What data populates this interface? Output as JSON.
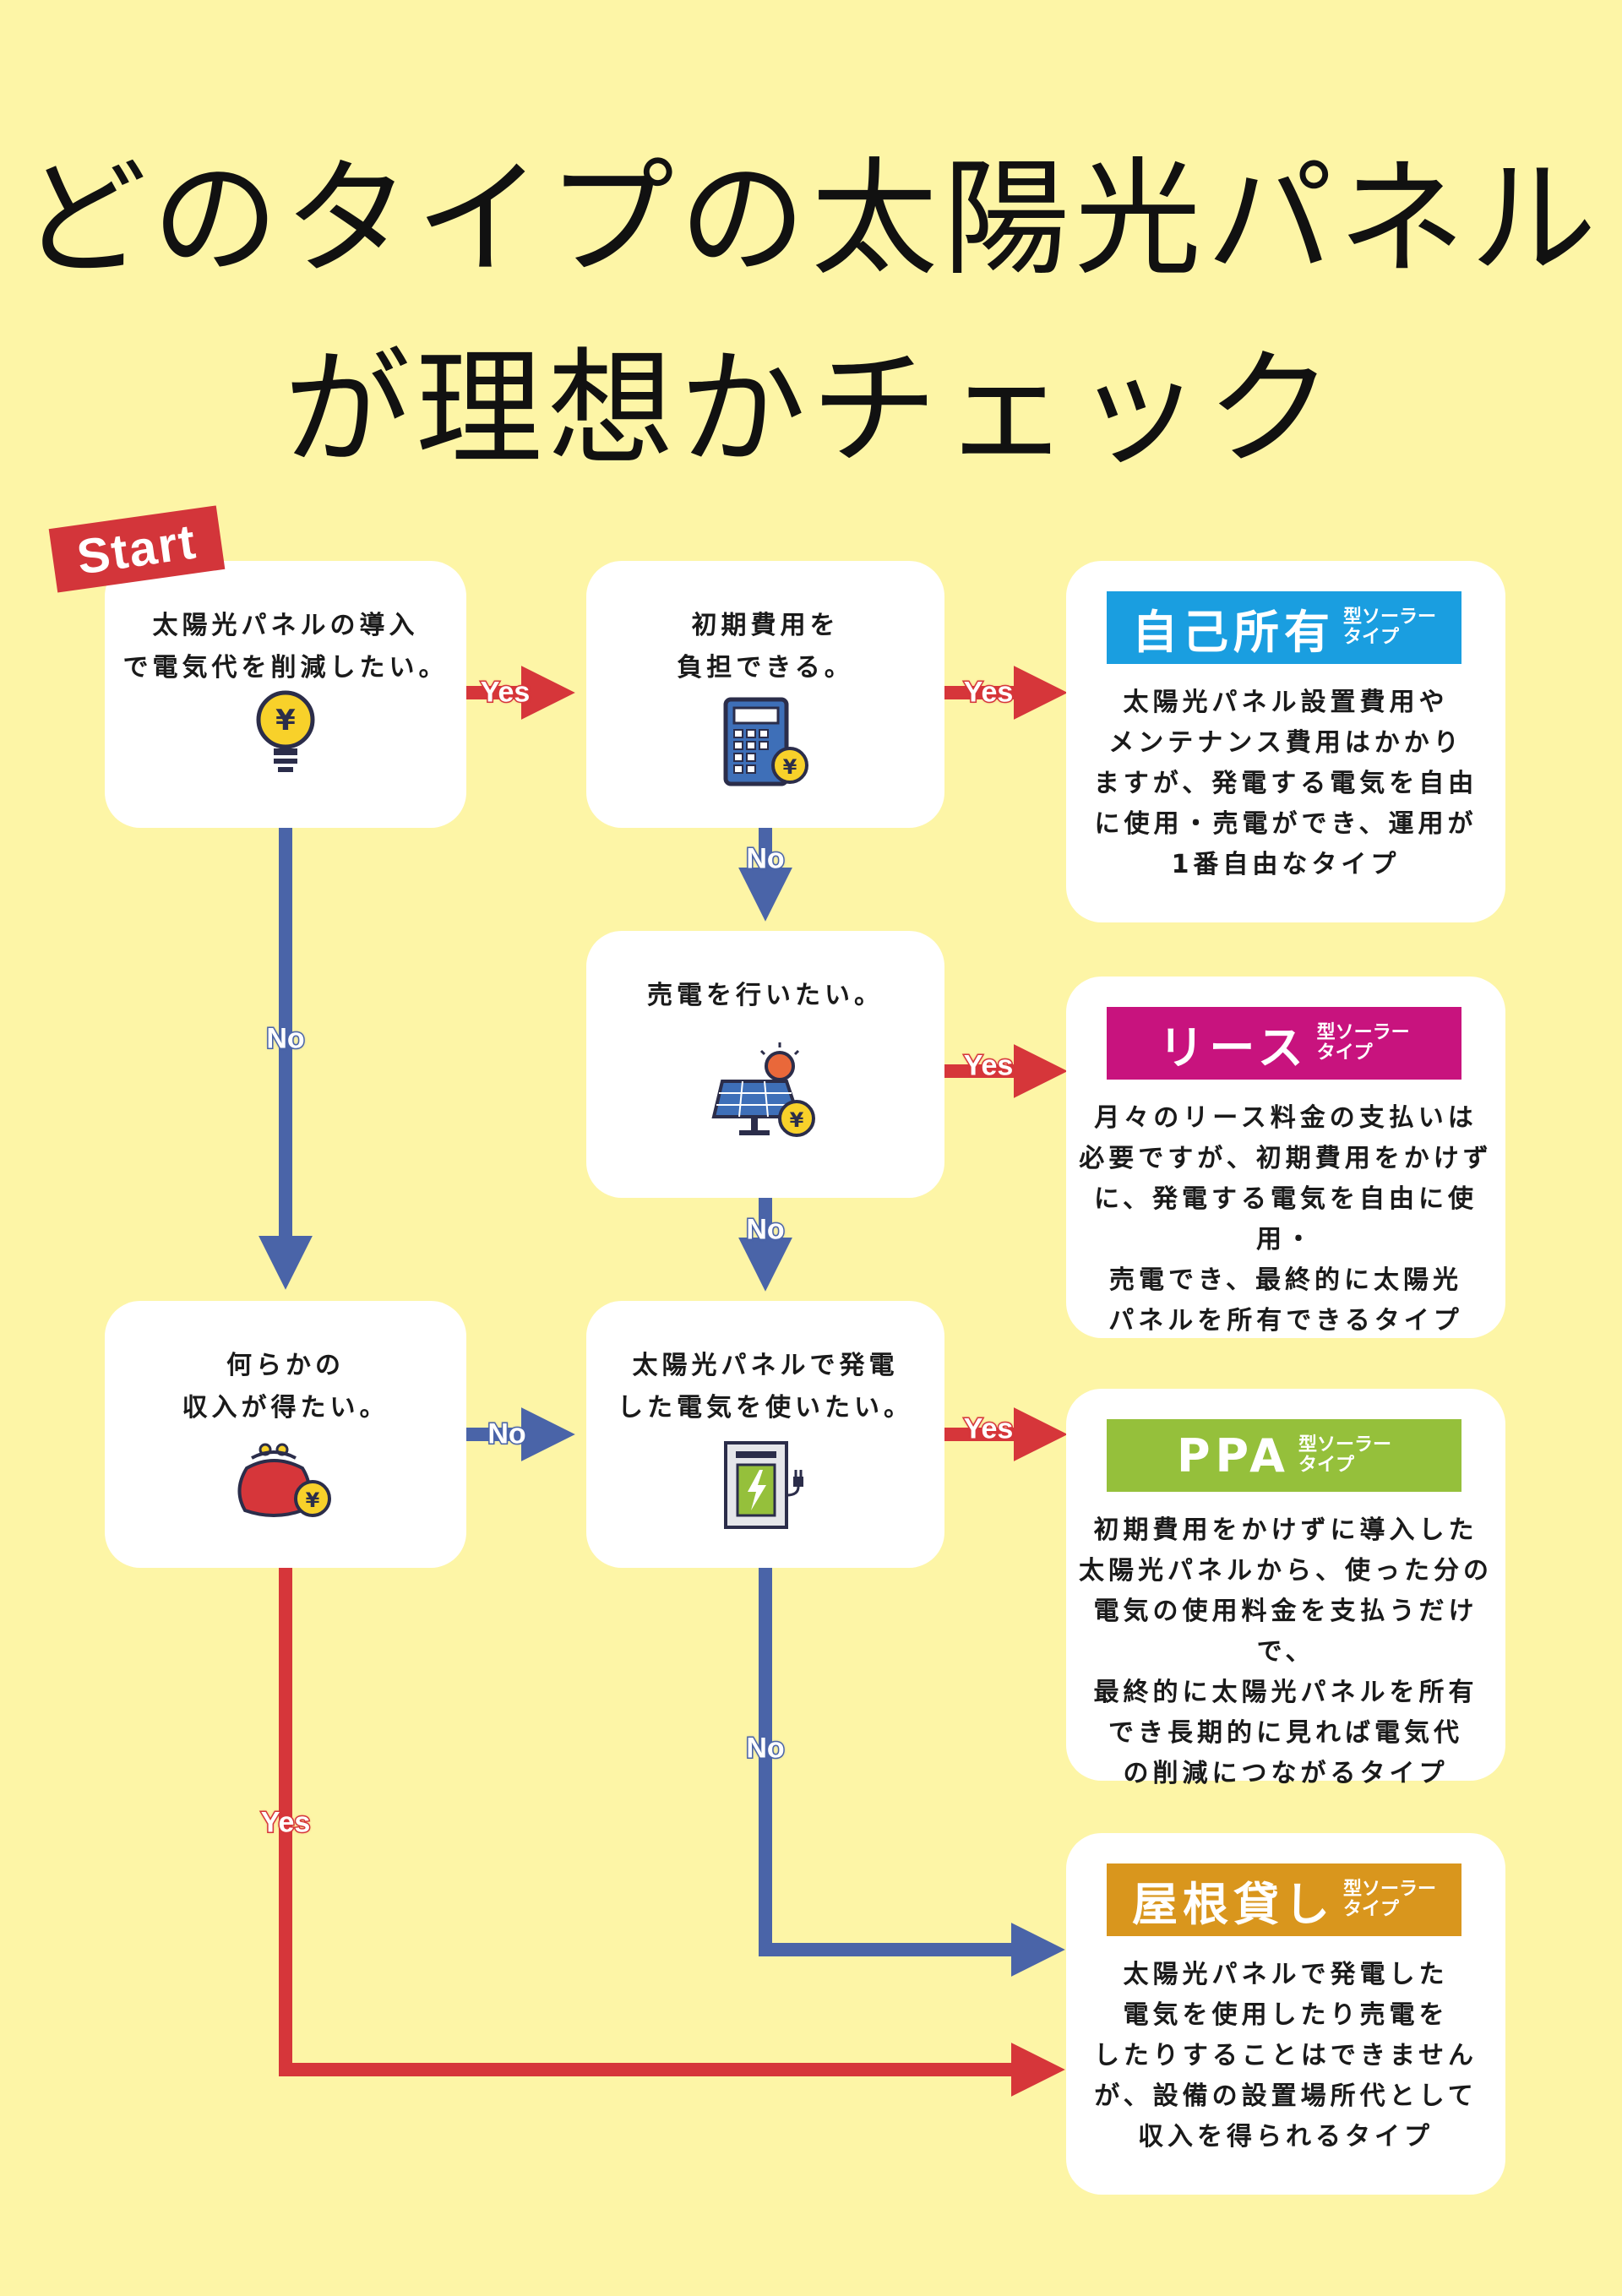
{
  "title": {
    "line1": "どのタイプの太陽光パネル",
    "line2": "が理想かチェック"
  },
  "start_label": "Start",
  "colors": {
    "background": "#fdf5a6",
    "yes_arrow": "#d6363a",
    "no_arrow": "#4a64a8",
    "own": "#1a9ee0",
    "lease": "#c8137e",
    "ppa": "#95c03b",
    "roof": "#d9961d"
  },
  "questions": {
    "q1": {
      "lines": [
        "太陽光パネルの導入",
        "で電気代を削減したい。"
      ],
      "icon": "lightbulb-yen-icon"
    },
    "q2": {
      "lines": [
        "初期費用を",
        "負担できる。"
      ],
      "icon": "calculator-yen-icon"
    },
    "q3": {
      "lines": [
        "売電を行いたい。"
      ],
      "icon": "solar-panel-yen-icon"
    },
    "q4": {
      "lines": [
        "何らかの",
        "収入が得たい。"
      ],
      "icon": "coin-purse-yen-icon"
    },
    "q5": {
      "lines": [
        "太陽光パネルで発電",
        "した電気を使いたい。"
      ],
      "icon": "battery-storage-icon"
    }
  },
  "results": {
    "own": {
      "name": "自己所有",
      "sub1": "型ソーラー",
      "sub2": "タイプ",
      "lines": [
        "太陽光パネル設置費用や",
        "メンテナンス費用はかかり",
        "ますが、発電する電気を自由",
        "に使用・売電ができ、運用が",
        "1番自由なタイプ"
      ]
    },
    "lease": {
      "name": "リース",
      "sub1": "型ソーラー",
      "sub2": "タイプ",
      "lines": [
        "月々のリース料金の支払いは",
        "必要ですが、初期費用をかけず",
        "に、発電する電気を自由に使用・",
        "売電でき、最終的に太陽光",
        "パネルを所有できるタイプ"
      ]
    },
    "ppa": {
      "name": "PPA",
      "sub1": "型ソーラー",
      "sub2": "タイプ",
      "lines": [
        "初期費用をかけずに導入した",
        "太陽光パネルから、使った分の",
        "電気の使用料金を支払うだけで、",
        "最終的に太陽光パネルを所有",
        "でき長期的に見れば電気代",
        "の削減につながるタイプ"
      ]
    },
    "roof": {
      "name": "屋根貸し",
      "sub1": "型ソーラー",
      "sub2": "タイプ",
      "lines": [
        "太陽光パネルで発電した",
        "電気を使用したり売電を",
        "したりすることはできません",
        "が、設備の設置場所代として",
        "収入を得られるタイプ"
      ]
    }
  },
  "arrow_labels": {
    "yes": "Yes",
    "no": "No"
  }
}
